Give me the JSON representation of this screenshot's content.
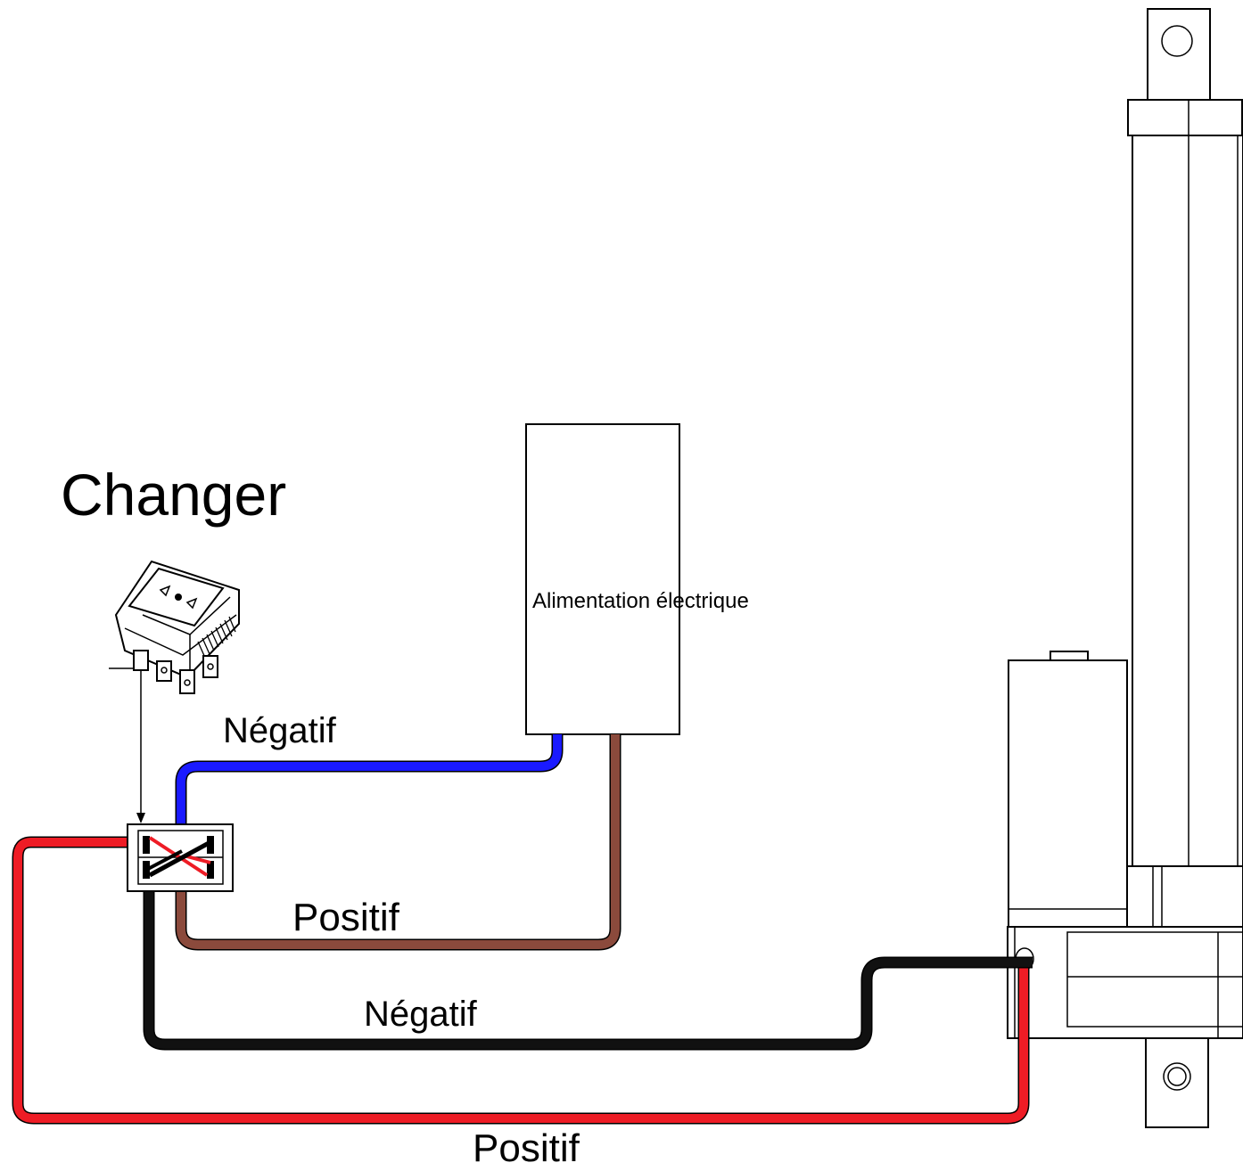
{
  "diagram": {
    "switch_title": "Changer",
    "power_supply_label": "Alimentation électrique",
    "wire_labels": {
      "supply_negative": "Négatif",
      "supply_positive": "Positif",
      "actuator_negative": "Négatif",
      "actuator_positive": "Positif"
    },
    "colors": {
      "negative_supply": "#1a1aff",
      "positive_supply": "#8b4a3c",
      "negative_actuator": "#111111",
      "positive_actuator": "#ee1c25"
    }
  }
}
